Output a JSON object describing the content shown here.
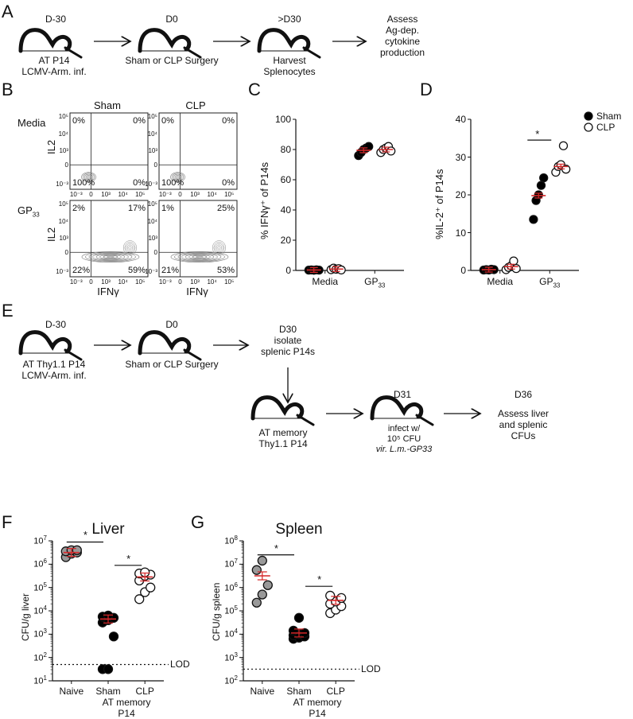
{
  "panels": {
    "A": "A",
    "B": "B",
    "C": "C",
    "D": "D",
    "E": "E",
    "F": "F",
    "G": "G"
  },
  "panelA": {
    "steps": [
      {
        "top": "D-30",
        "bottom_lines": [
          "AT P14",
          "LCMV-Arm. inf."
        ]
      },
      {
        "top": "D0",
        "bottom_lines": [
          "Sham or CLP Surgery"
        ]
      },
      {
        "top": ">D30",
        "bottom_lines": [
          "Harvest",
          "Splenocytes"
        ]
      }
    ],
    "final_lines": [
      "Assess",
      "Ag-dep.",
      "cytokine",
      "production"
    ]
  },
  "panelB": {
    "col_titles": [
      "Sham",
      "CLP"
    ],
    "row_titles": [
      "Media",
      "GP",
      "33"
    ],
    "y_axis": "IL2",
    "x_axis": "IFNγ",
    "y_ticks": [
      "10⁵",
      "10⁴",
      "10³",
      "0",
      "10⁻³"
    ],
    "x_ticks": [
      "10⁻³",
      "0",
      "10³",
      "10⁴",
      "10⁵"
    ],
    "quadrants": {
      "media_sham": [
        "0%",
        "0%",
        "100%",
        "0%"
      ],
      "media_clp": [
        "0%",
        "0%",
        "100%",
        "0%"
      ],
      "gp_sham": [
        "2%",
        "17%",
        "22%",
        "59%"
      ],
      "gp_clp": [
        "1%",
        "25%",
        "21%",
        "53%"
      ]
    }
  },
  "chart_data": [
    {
      "panel": "C",
      "type": "scatter",
      "ylabel": "% IFNγ⁺ of P14s",
      "ylim": [
        0,
        100
      ],
      "yticks": [
        0,
        20,
        40,
        60,
        80,
        100
      ],
      "categories": [
        "Media",
        "GP33"
      ],
      "category_labels": [
        "Media",
        "GP",
        "33"
      ],
      "series": [
        {
          "name": "Sham",
          "fill": "#000000",
          "values": [
            [
              0.2,
              0.3,
              0.1,
              0.4,
              0.2
            ],
            [
              76,
              78,
              80,
              81,
              82
            ]
          ],
          "mean": [
            0.3,
            79.5
          ]
        },
        {
          "name": "CLP",
          "fill": "#ffffff",
          "values": [
            [
              0.5,
              1.5,
              0.8,
              1.2,
              0.3
            ],
            [
              78,
              80,
              81,
              82,
              79
            ]
          ],
          "mean": [
            0.9,
            80
          ]
        }
      ]
    },
    {
      "panel": "D",
      "type": "scatter",
      "ylabel": "%IL-2⁺ of P14s",
      "ylim": [
        0,
        40
      ],
      "yticks": [
        0,
        10,
        20,
        30,
        40
      ],
      "categories": [
        "Media",
        "GP33"
      ],
      "category_labels": [
        "Media",
        "GP",
        "33"
      ],
      "legend": [
        "Sham",
        "CLP"
      ],
      "significance": "*",
      "series": [
        {
          "name": "Sham",
          "fill": "#000000",
          "values": [
            [
              0.1,
              0.2,
              0.1,
              0.3,
              0.2
            ],
            [
              13.5,
              18.5,
              20,
              22.5,
              24.5
            ]
          ],
          "mean": [
            0.2,
            19.8
          ]
        },
        {
          "name": "CLP",
          "fill": "#ffffff",
          "values": [
            [
              0.2,
              0.8,
              1.2,
              2.5,
              0.5
            ],
            [
              26,
              27.5,
              28,
              33,
              26.8
            ]
          ],
          "mean": [
            1,
            27.5
          ]
        }
      ]
    },
    {
      "panel": "F",
      "type": "scatter",
      "title": "Liver",
      "ylabel": "CFU/g liver",
      "ylog": true,
      "ylim_exp": [
        1,
        7
      ],
      "lod_exp": 1.7,
      "lod_label": "LOD",
      "categories": [
        "Naive",
        "Sham",
        "CLP"
      ],
      "group_label_lines": [
        "AT memory",
        "P14"
      ],
      "significance": [
        "*",
        "*"
      ],
      "series": [
        {
          "name": "Naive",
          "fill": "#999999",
          "values_exp": [
            6.3,
            6.5,
            6.6,
            6.55,
            6.45,
            6.6
          ],
          "mean_exp": 6.5
        },
        {
          "name": "Sham",
          "fill": "#000000",
          "values_exp": [
            1.5,
            1.5,
            2.9,
            3.5,
            3.6,
            3.7,
            3.75,
            3.8
          ],
          "mean_exp": 3.65
        },
        {
          "name": "CLP",
          "fill": "#ffffff",
          "values_exp": [
            4.5,
            4.8,
            5.0,
            5.3,
            5.5,
            5.55,
            5.6,
            5.65
          ],
          "mean_exp": 5.45
        }
      ]
    },
    {
      "panel": "G",
      "type": "scatter",
      "title": "Spleen",
      "ylabel": "CFU/g spleen",
      "ylog": true,
      "ylim_exp": [
        2,
        8
      ],
      "lod_exp": 2.5,
      "lod_label": "LOD",
      "categories": [
        "Naive",
        "Sham",
        "CLP"
      ],
      "group_label_lines": [
        "AT memory",
        "P14"
      ],
      "significance": [
        "*",
        "*"
      ],
      "series": [
        {
          "name": "Naive",
          "fill": "#999999",
          "values_exp": [
            5.35,
            5.7,
            6.1,
            6.75,
            7.15
          ],
          "mean_exp": 6.5
        },
        {
          "name": "Sham",
          "fill": "#000000",
          "values_exp": [
            3.8,
            3.85,
            3.9,
            3.95,
            4.0,
            4.05,
            4.15,
            4.7
          ],
          "mean_exp": 4.05
        },
        {
          "name": "CLP",
          "fill": "#ffffff",
          "values_exp": [
            4.9,
            5.05,
            5.2,
            5.3,
            5.4,
            5.55,
            5.65
          ],
          "mean_exp": 5.45
        }
      ]
    }
  ],
  "panelE": {
    "step1": {
      "top": "D-30",
      "bottom_lines": [
        "AT Thy1.1 P14",
        "LCMV-Arm. inf."
      ]
    },
    "step2": {
      "top": "D0",
      "bottom_lines": [
        "Sham or CLP Surgery"
      ]
    },
    "step3_lines": [
      "D30",
      "isolate",
      "splenic P14s"
    ],
    "step4": {
      "bottom_lines": [
        "AT memory",
        "Thy1.1 P14"
      ]
    },
    "step5": {
      "top": "D31",
      "bottom_lines": [
        "infect w/",
        "10⁵ CFU",
        "vir. L.m.-GP33"
      ]
    },
    "step6_lines": [
      "D36",
      "Assess liver",
      "and splenic",
      "CFUs"
    ]
  }
}
